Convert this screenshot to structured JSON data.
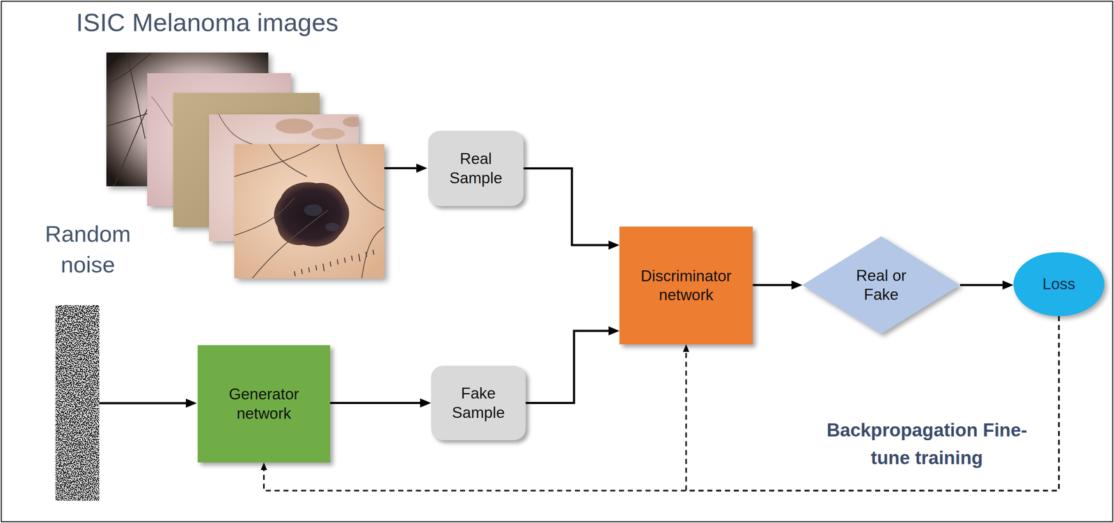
{
  "diagram": {
    "nodes": [
      {
        "text": [
          "Real Sample"
        ]
      },
      {
        "text": [
          "Generator network"
        ]
      },
      {
        "text": [
          "Fake Sample"
        ]
      },
      {
        "text": [
          "Discriminator network"
        ]
      },
      {
        "text": [
          "Real or Fake"
        ]
      },
      {
        "text": [
          "Loss"
        ]
      }
    ],
    "edges": [
      {
        "from": 0,
        "to": 3,
        "arrow": "to"
      },
      {
        "from": 1,
        "to": 2,
        "arrow": "to"
      },
      {
        "from": 2,
        "to": 3,
        "arrow": "to"
      },
      {
        "from": 3,
        "to": 4,
        "arrow": "to"
      },
      {
        "from": 4,
        "to": 5,
        "arrow": "to"
      },
      {
        "from": 5,
        "to": 3,
        "arrow": "to"
      },
      {
        "from": 5,
        "to": 1,
        "arrow": "to"
      }
    ],
    "labels": [
      "ISIC Melanoma images",
      "Random noise",
      "Backpropagation Fine-tune training"
    ]
  }
}
